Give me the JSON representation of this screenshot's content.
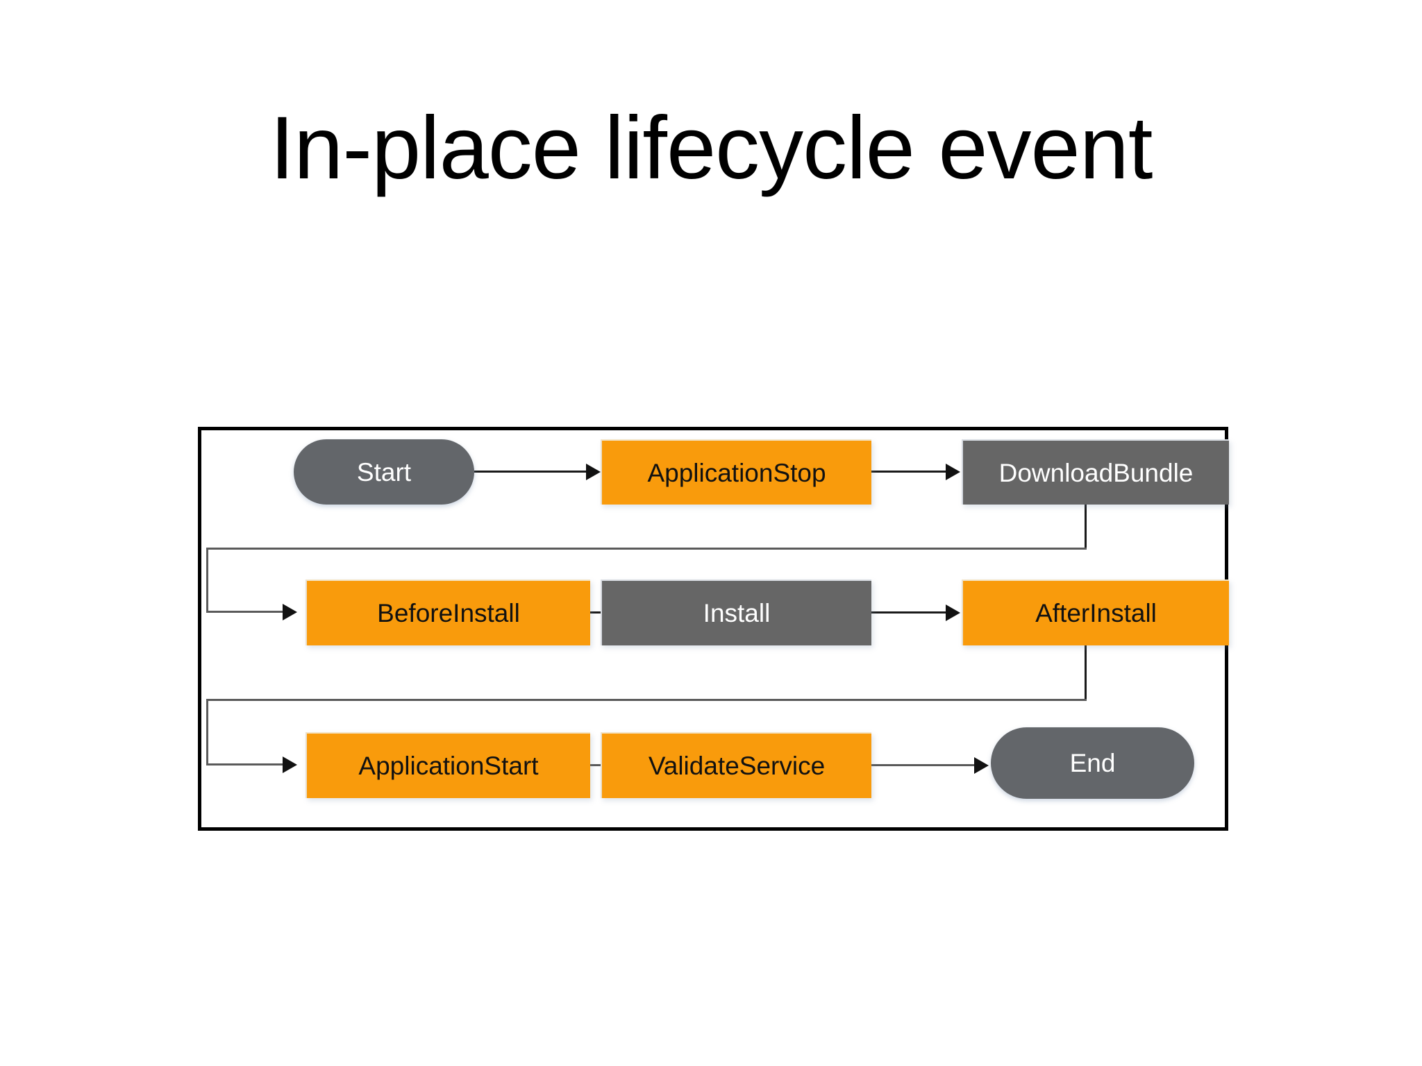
{
  "slide": {
    "title": "In-place lifecycle event"
  },
  "diagram": {
    "name": "in-place-deployment-lifecycle-flow",
    "colors": {
      "orange": "#F99B0C",
      "gray": "#666666",
      "pill_gray": "#63666A",
      "frame_border": "#000000",
      "connector": "#5a5a5a",
      "text_on_orange": "#111111",
      "text_on_gray": "#ffffff"
    },
    "nodes": [
      {
        "id": "start",
        "label": "Start",
        "shape": "pill",
        "fill": "gray",
        "row": 1,
        "col": 1
      },
      {
        "id": "application-stop",
        "label": "ApplicationStop",
        "shape": "rectangle",
        "fill": "orange",
        "row": 1,
        "col": 2
      },
      {
        "id": "download-bundle",
        "label": "DownloadBundle",
        "shape": "rectangle",
        "fill": "gray",
        "row": 1,
        "col": 3
      },
      {
        "id": "before-install",
        "label": "BeforeInstall",
        "shape": "rectangle",
        "fill": "orange",
        "row": 2,
        "col": 1
      },
      {
        "id": "install",
        "label": "Install",
        "shape": "rectangle",
        "fill": "gray",
        "row": 2,
        "col": 2
      },
      {
        "id": "after-install",
        "label": "AfterInstall",
        "shape": "rectangle",
        "fill": "orange",
        "row": 2,
        "col": 3
      },
      {
        "id": "application-start",
        "label": "ApplicationStart",
        "shape": "rectangle",
        "fill": "orange",
        "row": 3,
        "col": 1
      },
      {
        "id": "validate-service",
        "label": "ValidateService",
        "shape": "rectangle",
        "fill": "orange",
        "row": 3,
        "col": 2
      },
      {
        "id": "end",
        "label": "End",
        "shape": "pill",
        "fill": "gray",
        "row": 3,
        "col": 3
      }
    ],
    "edges": [
      {
        "from": "start",
        "to": "application-stop",
        "style": "straight"
      },
      {
        "from": "application-stop",
        "to": "download-bundle",
        "style": "straight"
      },
      {
        "from": "download-bundle",
        "to": "before-install",
        "style": "wrap"
      },
      {
        "from": "before-install",
        "to": "install",
        "style": "straight"
      },
      {
        "from": "install",
        "to": "after-install",
        "style": "straight"
      },
      {
        "from": "after-install",
        "to": "application-start",
        "style": "wrap"
      },
      {
        "from": "application-start",
        "to": "validate-service",
        "style": "straight"
      },
      {
        "from": "validate-service",
        "to": "end",
        "style": "straight"
      }
    ]
  }
}
